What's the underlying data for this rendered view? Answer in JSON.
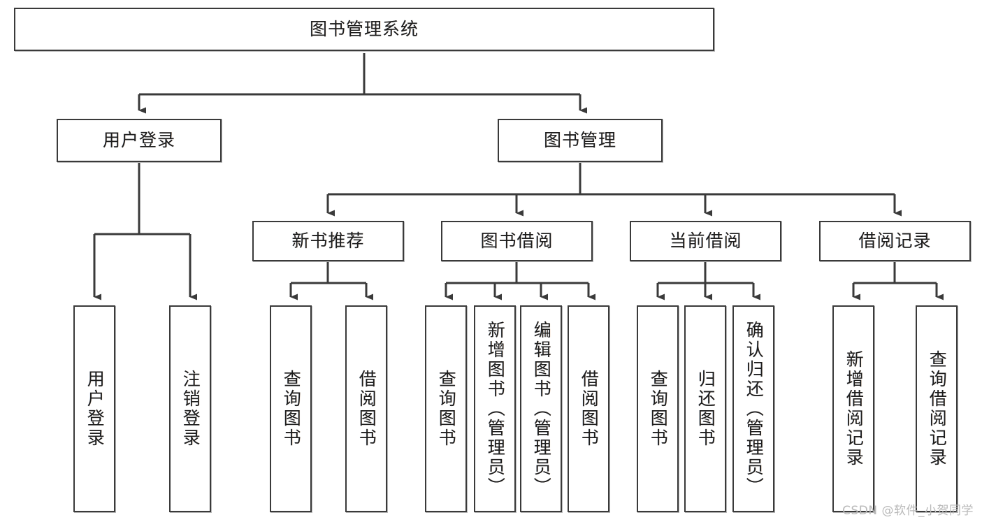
{
  "diagram": {
    "type": "tree-hierarchy",
    "title": "图书管理系统",
    "watermark": "CSDN @软件_小贺同学",
    "colors": {
      "stroke": "#3a3a3a",
      "fill": "#ffffff",
      "text": "#1d1d1d",
      "watermark": "#b9b9b9"
    },
    "nodes": {
      "root": {
        "label": "图书管理系统"
      },
      "level2": [
        {
          "id": "user-login",
          "label": "用户登录"
        },
        {
          "id": "book-management",
          "label": "图书管理"
        }
      ],
      "level3": [
        {
          "id": "new-book-recommend",
          "label": "新书推荐"
        },
        {
          "id": "book-borrow",
          "label": "图书借阅"
        },
        {
          "id": "current-borrow",
          "label": "当前借阅"
        },
        {
          "id": "borrow-record",
          "label": "借阅记录"
        }
      ],
      "leaves": {
        "user-login": [
          {
            "id": "leaf-user-login",
            "label": "用户登录"
          },
          {
            "id": "leaf-user-logout",
            "label": "注销登录"
          }
        ],
        "new-book-recommend": [
          {
            "id": "leaf-query-book-1",
            "label": "查询图书"
          },
          {
            "id": "leaf-borrow-book-1",
            "label": "借阅图书"
          }
        ],
        "book-borrow": [
          {
            "id": "leaf-query-book-2",
            "label": "查询图书"
          },
          {
            "id": "leaf-add-book",
            "label": "新增图书（管理员）"
          },
          {
            "id": "leaf-edit-book",
            "label": "编辑图书（管理员）"
          },
          {
            "id": "leaf-borrow-book-2",
            "label": "借阅图书"
          }
        ],
        "current-borrow": [
          {
            "id": "leaf-query-book-3",
            "label": "查询图书"
          },
          {
            "id": "leaf-return-book",
            "label": "归还图书"
          },
          {
            "id": "leaf-confirm-return",
            "label": "确认归还（管理员）"
          }
        ],
        "borrow-record": [
          {
            "id": "leaf-add-record",
            "label": "新增借阅记录"
          },
          {
            "id": "leaf-query-record",
            "label": "查询借阅记录"
          }
        ]
      }
    }
  }
}
